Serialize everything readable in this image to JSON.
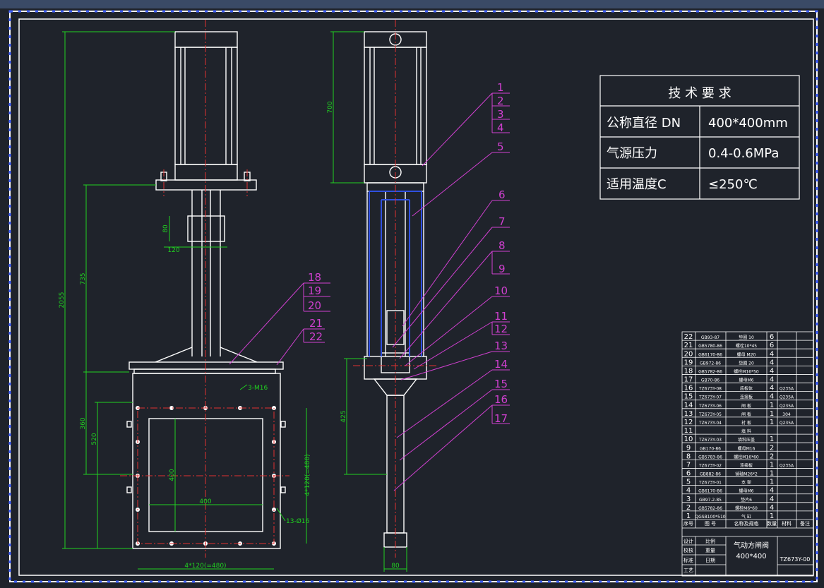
{
  "tech": {
    "title": "技 术 要 求",
    "rows": [
      {
        "label": "公称直径 DN",
        "value": "400*400mm"
      },
      {
        "label": "气源压力",
        "value": "0.4-0.6MPa"
      },
      {
        "label": "适用温度C",
        "value": "≤250℃"
      }
    ]
  },
  "dims": {
    "d2055": "2055",
    "d735": "735",
    "d360": "360",
    "d520": "520",
    "d80a": "80",
    "d120": "120",
    "d400a": "400",
    "d400b": "400",
    "d4x120v": "4*120(=480)",
    "d4x120h": "4*120(=480)",
    "m16": "3-M16",
    "d16": "13-Ø16",
    "d700": "700",
    "d425": "425",
    "d80b": "80"
  },
  "callouts_side": [
    "1",
    "2",
    "3",
    "4",
    "5",
    "6",
    "7",
    "8",
    "9",
    "10",
    "11",
    "12",
    "13",
    "14",
    "15",
    "16",
    "17"
  ],
  "callouts_front": [
    "18",
    "19",
    "20",
    "21",
    "22"
  ],
  "bom": [
    {
      "no": "22",
      "code": "GB93-87",
      "name": "垫圈 10",
      "qty": "6",
      "mat": ""
    },
    {
      "no": "21",
      "code": "GB5780-86",
      "name": "螺栓10*45",
      "qty": "6",
      "mat": ""
    },
    {
      "no": "20",
      "code": "GB6170-86",
      "name": "螺母 M20",
      "qty": "4",
      "mat": ""
    },
    {
      "no": "19",
      "code": "GB972-86",
      "name": "垫圈 20",
      "qty": "4",
      "mat": ""
    },
    {
      "no": "18",
      "code": "GB5782-86",
      "name": "螺栓M16*50",
      "qty": "4",
      "mat": ""
    },
    {
      "no": "17",
      "code": "GB70-86",
      "name": "螺母M6",
      "qty": "4",
      "mat": ""
    },
    {
      "no": "16",
      "code": "TZ673Y-08",
      "name": "底板体",
      "qty": "4",
      "mat": "Q235A"
    },
    {
      "no": "15",
      "code": "TZ673Y-07",
      "name": "连接板",
      "qty": "4",
      "mat": "Q235A"
    },
    {
      "no": "14",
      "code": "TZ673Y-06",
      "name": "闸 板",
      "qty": "1",
      "mat": "Q235A"
    },
    {
      "no": "13",
      "code": "TZ673Y-05",
      "name": "闸 板",
      "qty": "1",
      "mat": "304"
    },
    {
      "no": "12",
      "code": "TZ673Y-04",
      "name": "衬 板",
      "qty": "1",
      "mat": "Q235A"
    },
    {
      "no": "11",
      "code": "",
      "name": "填 料",
      "qty": "",
      "mat": ""
    },
    {
      "no": "10",
      "code": "TZ673Y-03",
      "name": "填料压盖",
      "qty": "1",
      "mat": ""
    },
    {
      "no": "9",
      "code": "GB170-86",
      "name": "螺母M16",
      "qty": "2",
      "mat": ""
    },
    {
      "no": "8",
      "code": "GB5783-86",
      "name": "螺栓M16*60",
      "qty": "2",
      "mat": ""
    },
    {
      "no": "7",
      "code": "TZ673Y-02",
      "name": "连接板",
      "qty": "1",
      "mat": "Q235A"
    },
    {
      "no": "6",
      "code": "GB882-86",
      "name": "销轴M26*2",
      "qty": "1",
      "mat": ""
    },
    {
      "no": "5",
      "code": "TZ673Y-01",
      "name": "支 架",
      "qty": "1",
      "mat": ""
    },
    {
      "no": "4",
      "code": "GB6170-86",
      "name": "螺母M6",
      "qty": "4",
      "mat": ""
    },
    {
      "no": "3",
      "code": "GB97.2-85",
      "name": "垫片6",
      "qty": "4",
      "mat": ""
    },
    {
      "no": "2",
      "code": "GB5782-86",
      "name": "螺栓M6*60",
      "qty": "4",
      "mat": ""
    },
    {
      "no": "1",
      "code": "QGSB100*510",
      "name": "气 缸",
      "qty": "1",
      "mat": ""
    }
  ],
  "bom_header": {
    "no": "序号",
    "code": "图 号",
    "name": "名称及规格",
    "qty": "数量",
    "mat": "材料",
    "note": "备注"
  },
  "title_block": {
    "design": "设计",
    "ratio": "比例",
    "check": "校核",
    "weight": "重量",
    "std": "标准",
    "date": "日期",
    "craft": "工艺",
    "name": "气动方闸阀",
    "spec": "400*400",
    "drawing_no": "TZ673Y-00"
  },
  "colors": {
    "bg": "#1f232b",
    "line": "#ffffff",
    "red": "#e03030",
    "green": "#20d020",
    "blue": "#3050e0",
    "magenta": "#d040d0"
  }
}
